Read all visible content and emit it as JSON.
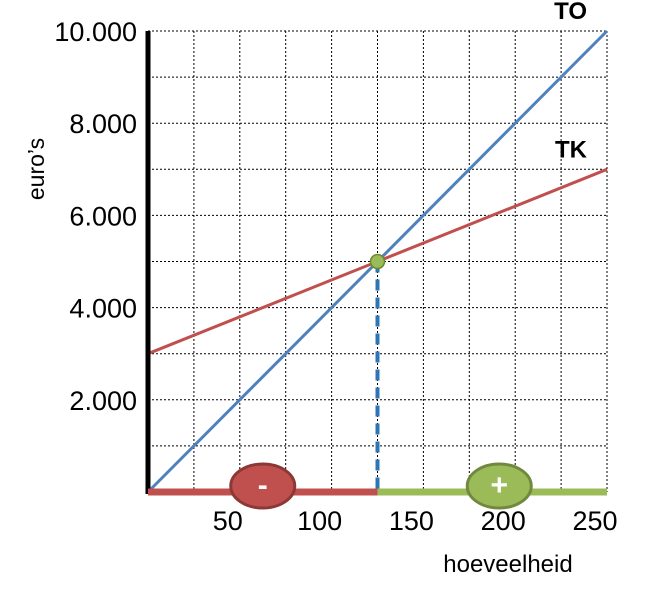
{
  "chart_data": {
    "type": "line",
    "xlabel": "hoeveelheid",
    "ylabel": "euro’s",
    "xlim": [
      0,
      250
    ],
    "ylim": [
      0,
      10000
    ],
    "x_ticks": [
      50,
      100,
      150,
      200,
      250
    ],
    "x_tick_labels": [
      "50",
      "100",
      "150",
      "200",
      "250"
    ],
    "y_ticks": [
      2000,
      4000,
      6000,
      8000,
      10000
    ],
    "y_tick_labels": [
      "2.000",
      "4.000",
      "6.000",
      "8.000",
      "10.000"
    ],
    "grid": true,
    "series": [
      {
        "name": "TO",
        "color": "#4f81bd",
        "x": [
          0,
          250
        ],
        "y": [
          0,
          10000
        ]
      },
      {
        "name": "TK",
        "color": "#c0504d",
        "x": [
          0,
          250
        ],
        "y": [
          3000,
          7000
        ]
      }
    ],
    "break_even": {
      "x": 125,
      "y": 5000,
      "color": "#9bbb59"
    },
    "zones": [
      {
        "sign": "-",
        "from": 0,
        "to": 125,
        "color": "#c0504d"
      },
      {
        "sign": "+",
        "from": 125,
        "to": 250,
        "color": "#9bbb59"
      }
    ]
  }
}
